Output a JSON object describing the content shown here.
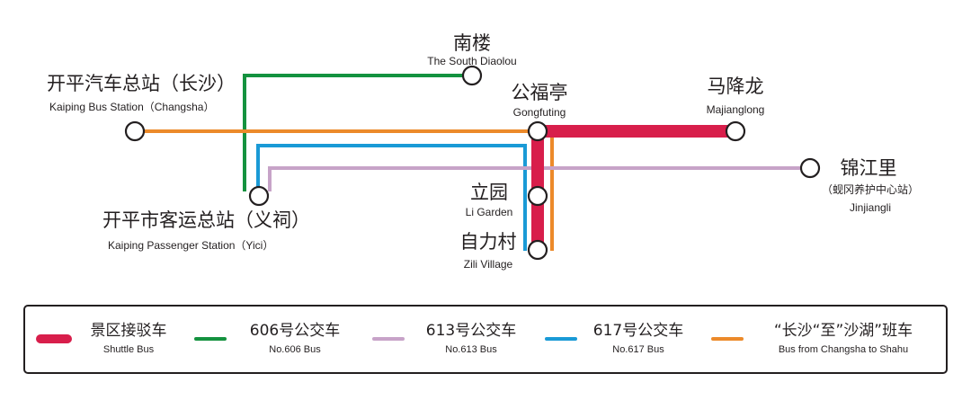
{
  "colors": {
    "shuttle": "#d81e4b",
    "bus606": "#14923f",
    "bus613": "#c7a3c8",
    "bus617": "#1a9ad6",
    "changsha_shahu": "#ec8a2a"
  },
  "stations": {
    "south_diaolou": {
      "zh": "南楼",
      "en": "The South Diaolou"
    },
    "kaiping_bus_station": {
      "zh": "开平汽车总站（长沙）",
      "en": "Kaiping Bus Station（Changsha）"
    },
    "gongfuting": {
      "zh": "公福亭",
      "en": "Gongfuting"
    },
    "majianglong": {
      "zh": "马降龙",
      "en": "Majianglong"
    },
    "jinjiangli": {
      "zh": "锦江里",
      "sub": "（蚬冈养护中心站）",
      "en": "Jinjiangli"
    },
    "li_garden": {
      "zh": "立园",
      "en": "Li Garden"
    },
    "kaiping_passenger_station": {
      "zh": "开平市客运总站（义祠）",
      "en": "Kaiping Passenger Station（Yici）"
    },
    "zili_village": {
      "zh": "自力村",
      "en": "Zili Village"
    }
  },
  "legend": [
    {
      "zh": "景区接驳车",
      "en": "Shuttle Bus",
      "color_key": "shuttle"
    },
    {
      "zh": "606号公交车",
      "en": "No.606 Bus",
      "color_key": "bus606"
    },
    {
      "zh": "613号公交车",
      "en": "No.613 Bus",
      "color_key": "bus613"
    },
    {
      "zh": "617号公交车",
      "en": "No.617 Bus",
      "color_key": "bus617"
    },
    {
      "zh": "“长沙“至”沙湖”班车",
      "en": "Bus from Changsha to Shahu",
      "color_key": "changsha_shahu"
    }
  ]
}
